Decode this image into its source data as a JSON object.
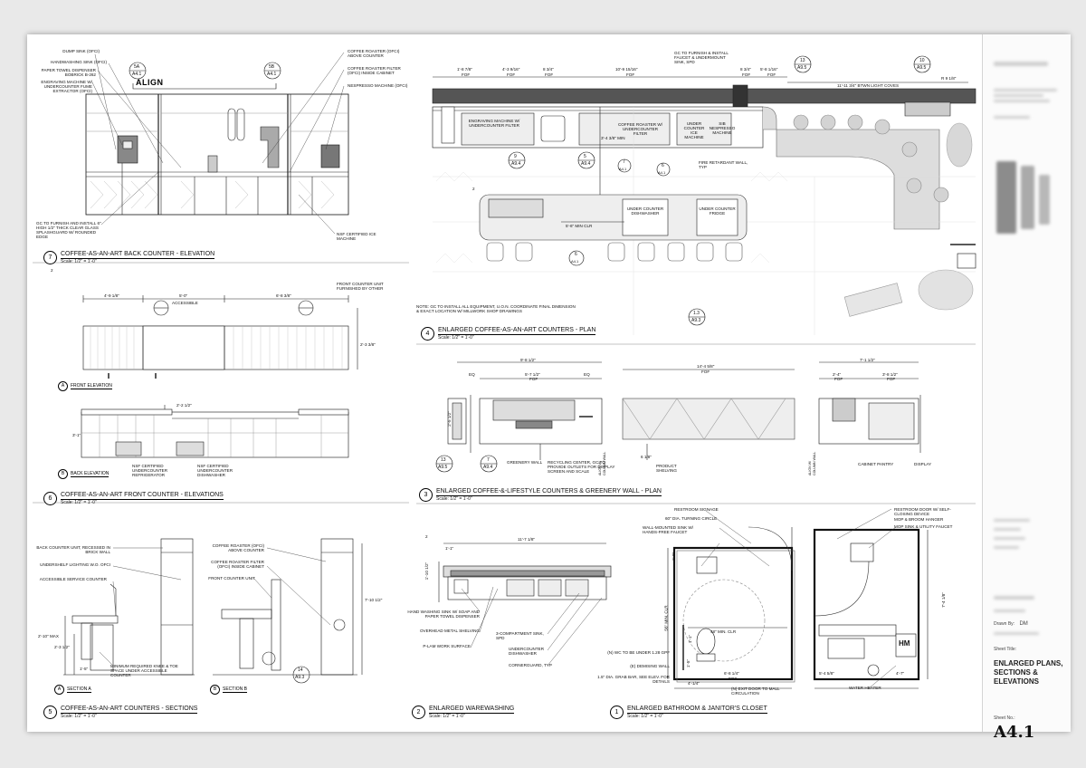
{
  "drawings": {
    "d7": {
      "num": "7",
      "title": "COFFEE-AS-AN-ART BACK COUNTER - ELEVATION",
      "scale": "Scale: 1/2\" = 1'-0\"",
      "notes_left": [
        "DUMP SINK (OFCI)",
        "HANDWASHING SINK (OFCI)",
        "PAPER TOWEL DISPENSER BOBRICK B-262",
        "ENGRAVING MACHINE W/ UNDERCOUNTER FUME EXTRACTOR (OFCI)"
      ],
      "notes_right": [
        "COFFEE ROASTER (OFCI) ABOVE COUNTER",
        "COFFEE ROASTER FILTER (OFCI) INSIDE CABINET",
        "NESPRESSO MACHINE (OFCI)"
      ],
      "note_bottom_left": "GC TO FURNISH AND INSTALL 6\" HIGH 1/2\" THICK CLEAR GLASS SPLASHGUARD W/ ROUNDED EDGE",
      "note_bottom_right": "NSF CERTIFIED ICE MACHINE",
      "align": "ALIGN",
      "tag1": "5A",
      "tag1b": "A4.1",
      "tag2": "5B",
      "tag2b": "A4.1"
    },
    "d6": {
      "num": "6",
      "title": "COFFEE-AS-AN-ART FRONT COUNTER - ELEVATIONS",
      "scale": "Scale: 1/2\" = 1'-0\"",
      "sub_a": "FRONT ELEVATION",
      "sub_b": "BACK ELEVATION",
      "sub_a_letter": "A",
      "sub_b_letter": "B",
      "dim1": "4'-9 1/8\"",
      "dim2": "5'-0\"",
      "dim2_note": "ACCESSIBLE",
      "dim3": "6'-8 3/8\"",
      "dim_h": "2'-3 3/8\"",
      "dim_b": "2'-2 1/2\"",
      "dim_v": "3'-1\"",
      "note_unit": "FRONT COUNTER UNIT FURNISHED BY OTHER",
      "note_fridge": "NSF CERTIFIED UNDERCOUNTER REFRIGERATOR",
      "note_dish": "NSF CERTIFIED UNDERCOUNTER DISHWASHER",
      "two": "2"
    },
    "d5": {
      "num": "5",
      "title": "COFFEE-AS-AN-ART COUNTERS - SECTIONS",
      "scale": "Scale: 1/2\" = 1'-0\"",
      "sub_a": "SECTION A",
      "sub_b": "SECTION B",
      "sub_a_letter": "A",
      "sub_b_letter": "B",
      "notes_a": [
        "BACK COUNTER UNIT, RECESSED IN BRICK WALL",
        "UNDERSHELF LIGHTING W.O. OFCI",
        "ACCESSIBLE SERVICE COUNTER",
        "MINIMUM REQUIRED KNEE & TOE SPACE UNDER ACCESSIBLE COUNTER"
      ],
      "notes_b": [
        "COFFEE ROASTER (OFCI) ABOVE COUNTER",
        "COFFEE ROASTER FILTER (OFCI) INSIDE CABINET",
        "FRONT COUNTER UNIT"
      ],
      "dim_a1": "2'-10\" MAX",
      "dim_a2": "2'-3 1/2\"",
      "dim_a3": "1'-5\"",
      "dim_b1": "7'-10 1/2\"",
      "tag_num": "14",
      "tag_sheet": "A9.3"
    },
    "d4": {
      "num": "4",
      "title": "ENLARGED COFFEE-AS-AN-ART COUNTERS - PLAN",
      "scale": "Scale: 1/2\" = 1'-0\"",
      "dims_top": [
        "1'-8 7/8\"",
        "4'-3 9/16\"",
        "8 3/4\"",
        "10'-9 15/16\"",
        "8 3/4\"",
        "5'-8 1/16\""
      ],
      "dims_sub": [
        "FOF",
        "FOF",
        "FOF",
        "FOF",
        "FOF",
        "FOF"
      ],
      "light": "11'-11 3/4\" BTWN LIGHT COVES",
      "dim_r": "R 9 1/8\"",
      "labels": [
        "ENGRAVING MACHINE W/ UNDERCOUNTER FILTER",
        "COFFEE ROASTER W/ UNDERCOUNTER FILTER",
        "UNDER COUNTER ICE MACHINE",
        "SIB NESPRESSO MACHINE",
        "UNDER COUNTER DISHWASHER",
        "UNDER COUNTER FRIDGE"
      ],
      "note_gc": "GC TO FURNISH & INSTALL FAUCET & UNDERMOUNT SINK, SPD",
      "note_fire": "FIRE RETARDANT WALL, TYP",
      "note": "NOTE: GC TO INSTALL ALL EQUIPMENT, U.O.N. COORDINATE FINAL DIMENSION & EXACT LOCATION W/ MILLWORK SHOP DRAWINGS",
      "clr1": "5'-6\" MIN CLR",
      "clr2": "3'-4 3/8\" MIN",
      "tags": [
        {
          "n": "9",
          "s": "A9.4"
        },
        {
          "n": "5",
          "s": "A9.4"
        },
        {
          "n": "7",
          "s": "A4.1"
        },
        {
          "n": "6",
          "s": "A4.1"
        },
        {
          "n": "6",
          "s": "A4.1"
        },
        {
          "n": "13",
          "s": "A9.5"
        },
        {
          "n": "10",
          "s": "A9.5"
        },
        {
          "n": "1.3",
          "s": "A9.3"
        }
      ],
      "two": "2"
    },
    "d3": {
      "num": "3",
      "title": "ENLARGED COFFEE-&-LIFESTYLE COUNTERS & GREENERY WALL - PLAN",
      "scale": "Scale: 1/2\" = 1'-0\"",
      "dims": [
        "9'-8 1/2\"",
        "EQ",
        "5'-7 1/2\"",
        "EQ",
        "14'-4 5/8\"",
        "7'-1 1/2\"",
        "2'-4\"",
        "3'-8 1/2\"",
        "2'-5 1/2\"",
        "6 1/8\""
      ],
      "dims_sub": [
        "FOF",
        "FOF",
        "FOF",
        "FOF"
      ],
      "notes": [
        "GREENERY WALL",
        "RECYCLING CENTER, GC TO PROVIDE OUTLETS FOR DISPLAY SCREEN AND SCALE",
        "PRODUCT SHELVING",
        "CABINET PANTRY",
        "DISPLAY"
      ],
      "tags": [
        {
          "n": "13",
          "s": "A9.5"
        },
        {
          "n": "7",
          "s": "A9.4"
        }
      ],
      "align_l": "ALIGN W/ COLUMN WALL",
      "align_r": "ALIGN W/ COLUMN WALL"
    },
    "d2": {
      "num": "2",
      "title": "ENLARGED WAREWASHING",
      "scale": "Scale: 1/2\" = 1'-0\"",
      "dims": [
        "11'-7 1/8\"",
        "1'-1\"",
        "1'-10 1/2\""
      ],
      "notes": [
        "HAND WASHING SINK W/ SOAP AND PAPER TOWEL DISPENSER",
        "OVERHEAD METAL SHELVING",
        "P-LAM WORK SURFACE",
        "3-COMPARTMENT SINK, SPD",
        "UNDERCOUNTER DISHWASHER",
        "CORNERGUARD, TYP"
      ],
      "two": "2"
    },
    "d1": {
      "num": "1",
      "title": "ENLARGED BATHROOM & JANITOR'S CLOSET",
      "scale": "Scale: 1/2\" = 1'-0\"",
      "notes_left": [
        "WALL-MOUNTED SINK W/ HANDS-FREE FAUCET",
        "60\" DIA. TURNING CIRCLE",
        "(N) WC TO BE UNDER 1.28 GPF",
        "(E) DEMISING WALL",
        "1.5\" DIA. GRAB BAR, SEE ELEV. FOR DETAILS",
        "(N) EXIT DOOR TO MALL CIRCULATION"
      ],
      "notes_right": [
        "RESTROOM SIGNAGE",
        "RESTROOM DOOR W/ SELF-CLOSING DEVICE",
        "MOP & BROOM HANGER",
        "MOP SINK & UTILITY FAUCET",
        "WATER HEATER"
      ],
      "dims": [
        "48\" MIN. CLR",
        "56\" MIN. CLR",
        "6'-8 1/4\"",
        "FOS",
        "4'-1/4\"",
        "5'-4 5/8\"",
        "4'-7\"",
        "7'-4 1/8\"",
        "1'-9\"",
        "1'-1\"",
        "1'-5\""
      ],
      "hm": "HM"
    }
  },
  "title_block": {
    "drawn_by_label": "Drawn By:",
    "drawn_by": "DM",
    "sheet_title_label": "Sheet Title:",
    "sheet_title": "ENLARGED PLANS, SECTIONS & ELEVATIONS",
    "sheet_no_label": "Sheet No.:",
    "sheet_no": "A4.1"
  }
}
